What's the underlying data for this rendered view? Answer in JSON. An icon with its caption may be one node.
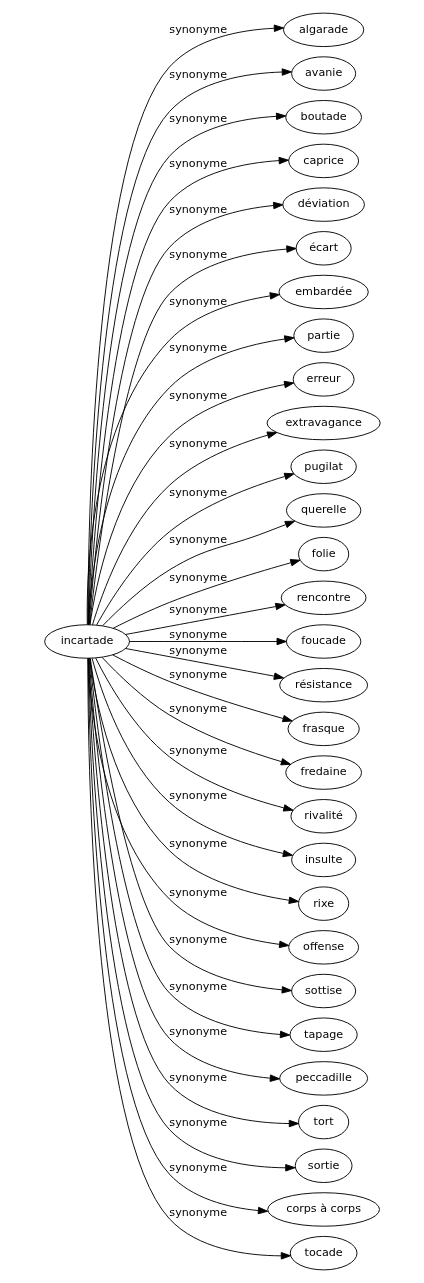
{
  "diagram": {
    "nodes": [
      {
        "text": [
          "incartade"
        ]
      },
      {
        "text": [
          "algarade"
        ]
      },
      {
        "text": [
          "avanie"
        ]
      },
      {
        "text": [
          "boutade"
        ]
      },
      {
        "text": [
          "caprice"
        ]
      },
      {
        "text": [
          "déviation"
        ]
      },
      {
        "text": [
          "écart"
        ]
      },
      {
        "text": [
          "embardée"
        ]
      },
      {
        "text": [
          "partie"
        ]
      },
      {
        "text": [
          "erreur"
        ]
      },
      {
        "text": [
          "extravagance"
        ]
      },
      {
        "text": [
          "pugilat"
        ]
      },
      {
        "text": [
          "querelle"
        ]
      },
      {
        "text": [
          "folie"
        ]
      },
      {
        "text": [
          "rencontre"
        ]
      },
      {
        "text": [
          "foucade"
        ]
      },
      {
        "text": [
          "résistance"
        ]
      },
      {
        "text": [
          "frasque"
        ]
      },
      {
        "text": [
          "fredaine"
        ]
      },
      {
        "text": [
          "rivalité"
        ]
      },
      {
        "text": [
          "insulte"
        ]
      },
      {
        "text": [
          "rixe"
        ]
      },
      {
        "text": [
          "offense"
        ]
      },
      {
        "text": [
          "sottise"
        ]
      },
      {
        "text": [
          "tapage"
        ]
      },
      {
        "text": [
          "peccadille"
        ]
      },
      {
        "text": [
          "tort"
        ]
      },
      {
        "text": [
          "sortie"
        ]
      },
      {
        "text": [
          "corps à corps"
        ]
      },
      {
        "text": [
          "tocade"
        ]
      }
    ],
    "edges": [
      {
        "from": 0,
        "to": 1,
        "arrow": "to",
        "label": "synonyme"
      },
      {
        "from": 0,
        "to": 2,
        "arrow": "to",
        "label": "synonyme"
      },
      {
        "from": 0,
        "to": 3,
        "arrow": "to",
        "label": "synonyme"
      },
      {
        "from": 0,
        "to": 4,
        "arrow": "to",
        "label": "synonyme"
      },
      {
        "from": 0,
        "to": 5,
        "arrow": "to",
        "label": "synonyme"
      },
      {
        "from": 0,
        "to": 6,
        "arrow": "to",
        "label": "synonyme"
      },
      {
        "from": 0,
        "to": 7,
        "arrow": "to",
        "label": "synonyme"
      },
      {
        "from": 0,
        "to": 8,
        "arrow": "to",
        "label": "synonyme"
      },
      {
        "from": 0,
        "to": 9,
        "arrow": "to",
        "label": "synonyme"
      },
      {
        "from": 0,
        "to": 10,
        "arrow": "to",
        "label": "synonyme"
      },
      {
        "from": 0,
        "to": 11,
        "arrow": "to",
        "label": "synonyme"
      },
      {
        "from": 0,
        "to": 12,
        "arrow": "to",
        "label": "synonyme"
      },
      {
        "from": 0,
        "to": 13,
        "arrow": "to",
        "label": "synonyme"
      },
      {
        "from": 0,
        "to": 14,
        "arrow": "to",
        "label": "synonyme"
      },
      {
        "from": 0,
        "to": 15,
        "arrow": "to",
        "label": "synonyme"
      },
      {
        "from": 0,
        "to": 16,
        "arrow": "to",
        "label": "synonyme"
      },
      {
        "from": 0,
        "to": 17,
        "arrow": "to",
        "label": "synonyme"
      },
      {
        "from": 0,
        "to": 18,
        "arrow": "to",
        "label": "synonyme"
      },
      {
        "from": 0,
        "to": 19,
        "arrow": "to",
        "label": "synonyme"
      },
      {
        "from": 0,
        "to": 20,
        "arrow": "to",
        "label": "synonyme"
      },
      {
        "from": 0,
        "to": 21,
        "arrow": "to",
        "label": "synonyme"
      },
      {
        "from": 0,
        "to": 22,
        "arrow": "to",
        "label": "synonyme"
      },
      {
        "from": 0,
        "to": 23,
        "arrow": "to",
        "label": "synonyme"
      },
      {
        "from": 0,
        "to": 24,
        "arrow": "to",
        "label": "synonyme"
      },
      {
        "from": 0,
        "to": 25,
        "arrow": "to",
        "label": "synonyme"
      },
      {
        "from": 0,
        "to": 26,
        "arrow": "to",
        "label": "synonyme"
      },
      {
        "from": 0,
        "to": 27,
        "arrow": "to",
        "label": "synonyme"
      },
      {
        "from": 0,
        "to": 28,
        "arrow": "to",
        "label": "synonyme"
      },
      {
        "from": 0,
        "to": 29,
        "arrow": "to",
        "label": "synonyme"
      }
    ]
  }
}
